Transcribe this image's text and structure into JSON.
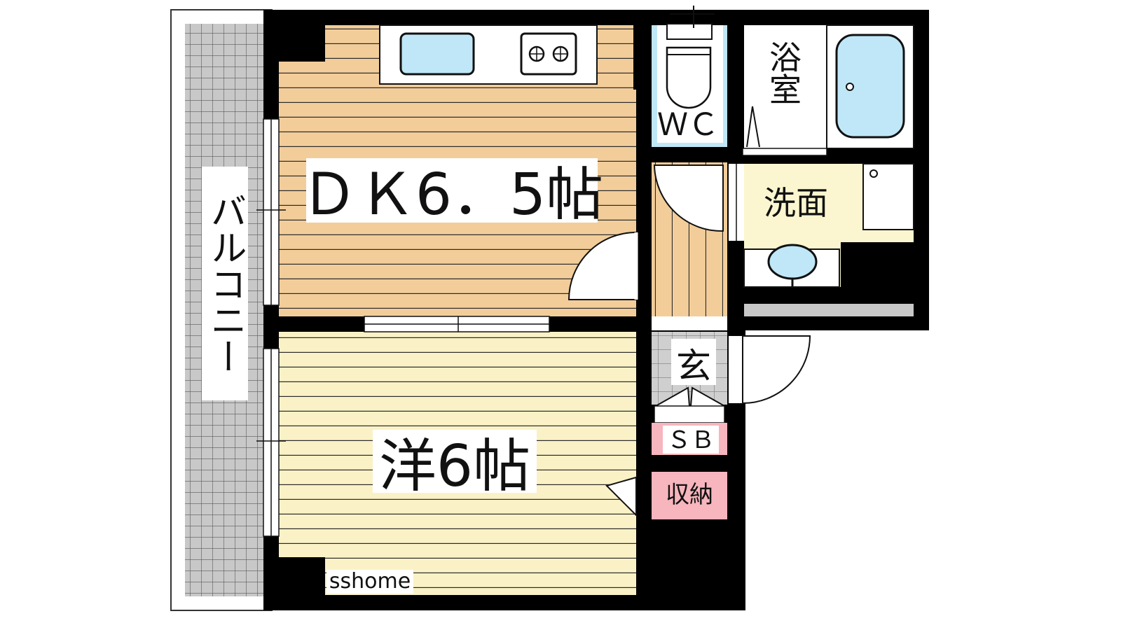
{
  "rooms": {
    "balcony": "バルコニー",
    "dk": "ＤＫ6．5帖",
    "western": "洋6帖",
    "wc": "ＷＣ",
    "bath": "浴室",
    "washroom": "洗面",
    "entrance": "玄",
    "shoebox": "ＳＢ",
    "storage": "収納"
  },
  "watermark": "sshome",
  "colors": {
    "wall": "#000000",
    "dk_floor": "#f2cd9a",
    "western_floor": "#faf2c6",
    "wet_floor": "#bfe7f7",
    "wash_floor": "#fbf6cf",
    "balcony_tile": "#c8c8c8",
    "entrance_tile": "#cfcfcf",
    "storage_fill": "#f7b5bd",
    "line": "#2a2a2a"
  }
}
